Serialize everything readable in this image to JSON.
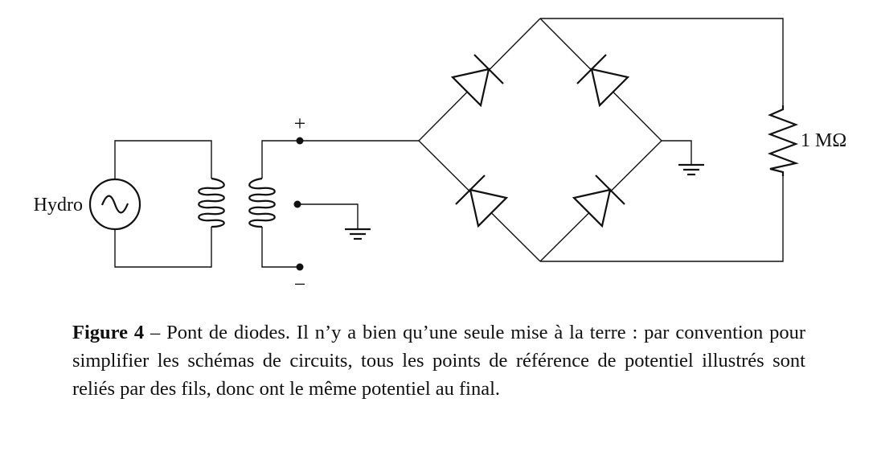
{
  "circuit": {
    "source_label": "Hydro",
    "plus_label": "+",
    "minus_label": "−",
    "resistor_label": "1 MΩ"
  },
  "caption": {
    "label": "Figure 4",
    "text": "– Pont de diodes. Il n’y a bien qu’une seule mise à la terre : par convention pour simplifier les schémas de circuits, tous les points de référence de potentiel illustrés sont reliés par des fils, donc ont le même potentiel au final."
  }
}
